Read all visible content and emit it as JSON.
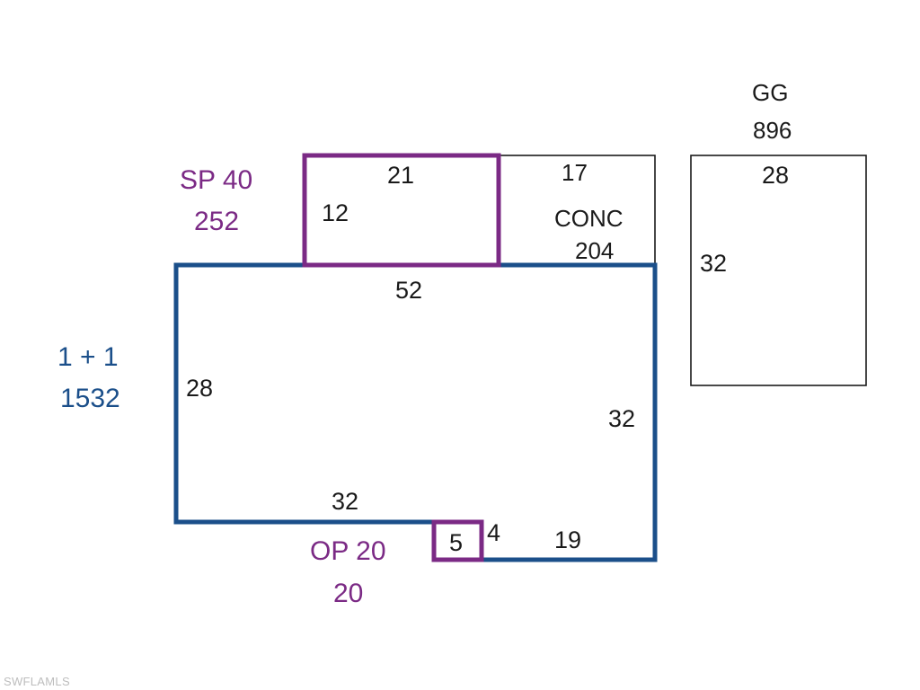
{
  "colors": {
    "main": "#1b4f8a",
    "porch": "#7b2a85",
    "outline": "#1a1a1a"
  },
  "sections": {
    "main": {
      "label_line1": "1 + 1",
      "label_line2": "1532",
      "dim_top": "52",
      "dim_left": "28",
      "dim_right": "32",
      "dim_bottom": "32",
      "dim_step": "4",
      "dim_bottom_right": "19"
    },
    "screen_porch": {
      "label_line1": "SP 40",
      "label_line2": "252",
      "dim_top": "21",
      "dim_side": "12"
    },
    "concrete": {
      "label_line1": "CONC",
      "label_line2": "204",
      "dim_top": "17"
    },
    "garage": {
      "label_line1": "GG",
      "label_line2": "896",
      "dim_top": "28",
      "dim_side": "32"
    },
    "open_porch": {
      "label_line1": "OP 20",
      "label_line2": "20",
      "dim_inner": "5"
    }
  },
  "watermark": "SWFLAMLS"
}
